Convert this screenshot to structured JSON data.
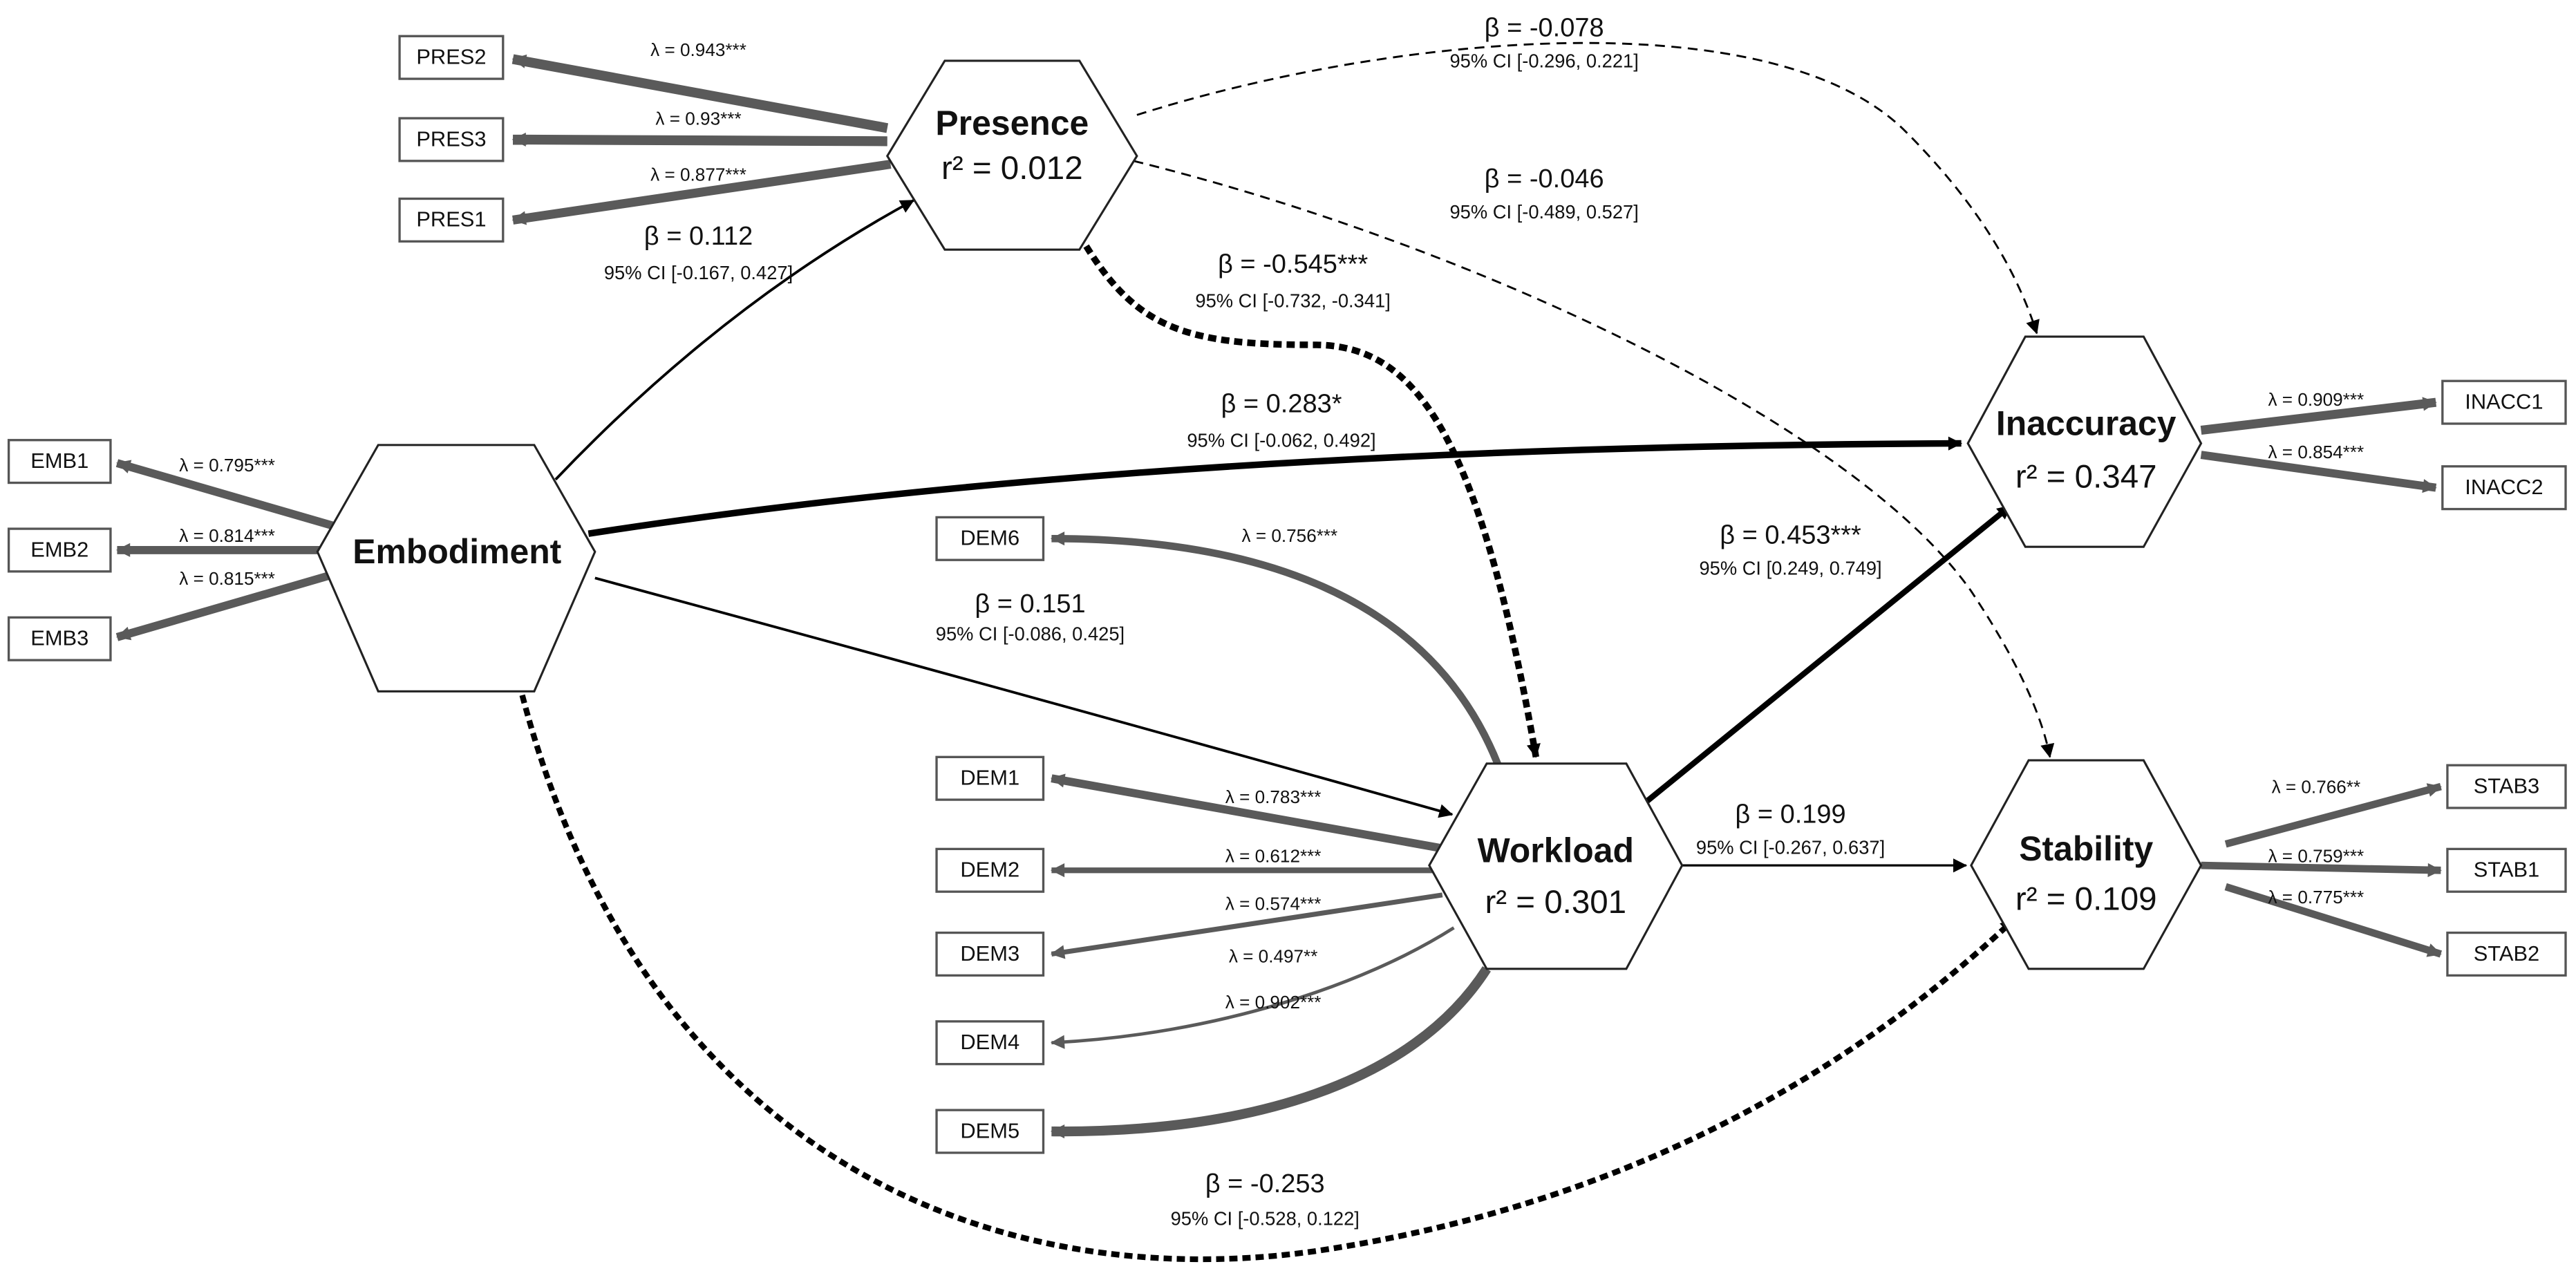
{
  "latents": {
    "presence": {
      "name": "Presence",
      "r2": "r² = 0.012"
    },
    "embodiment": {
      "name": "Embodiment"
    },
    "inaccuracy": {
      "name": "Inaccuracy",
      "r2": "r² = 0.347"
    },
    "workload": {
      "name": "Workload",
      "r2": "r² = 0.301"
    },
    "stability": {
      "name": "Stability",
      "r2": "r² = 0.109"
    }
  },
  "indicators": {
    "pres2": "PRES2",
    "pres3": "PRES3",
    "pres1": "PRES1",
    "emb1": "EMB1",
    "emb2": "EMB2",
    "emb3": "EMB3",
    "dem6": "DEM6",
    "dem1": "DEM1",
    "dem2": "DEM2",
    "dem3": "DEM3",
    "dem4": "DEM4",
    "dem5": "DEM5",
    "inacc1": "INACC1",
    "inacc2": "INACC2",
    "stab3": "STAB3",
    "stab1": "STAB1",
    "stab2": "STAB2"
  },
  "loadings": {
    "pres2": "λ = 0.943***",
    "pres3": "λ = 0.93***",
    "pres1": "λ = 0.877***",
    "emb1": "λ = 0.795***",
    "emb2": "λ = 0.814***",
    "emb3": "λ = 0.815***",
    "dem6": "λ = 0.756***",
    "dem1": "λ = 0.783***",
    "dem2": "λ = 0.612***",
    "dem3": "λ = 0.574***",
    "dem4": "λ = 0.497**",
    "dem5": "λ = 0.902***",
    "inacc1": "λ = 0.909***",
    "inacc2": "λ = 0.854***",
    "stab3": "λ = 0.766**",
    "stab1": "λ = 0.759***",
    "stab2": "λ = 0.775***"
  },
  "paths": {
    "emb_pres": {
      "beta": "β = 0.112",
      "ci": "95% CI [-0.167, 0.427]"
    },
    "pres_inacc": {
      "beta": "β = -0.078",
      "ci": "95% CI [-0.296, 0.221]"
    },
    "pres_stab": {
      "beta": "β = -0.046",
      "ci": "95% CI [-0.489, 0.527]"
    },
    "pres_work": {
      "beta": "β = -0.545***",
      "ci": "95% CI [-0.732, -0.341]"
    },
    "emb_inacc": {
      "beta": "β = 0.283*",
      "ci": "95% CI [-0.062, 0.492]"
    },
    "emb_work": {
      "beta": "β = 0.151",
      "ci": "95% CI [-0.086, 0.425]"
    },
    "work_inacc": {
      "beta": "β = 0.453***",
      "ci": "95% CI [0.249, 0.749]"
    },
    "work_stab": {
      "beta": "β = 0.199",
      "ci": "95% CI [-0.267, 0.637]"
    },
    "emb_stab": {
      "beta": "β = -0.253",
      "ci": "95% CI [-0.528, 0.122]"
    }
  },
  "colors": {
    "loading": "#5a5a5a",
    "path": "#000000"
  }
}
